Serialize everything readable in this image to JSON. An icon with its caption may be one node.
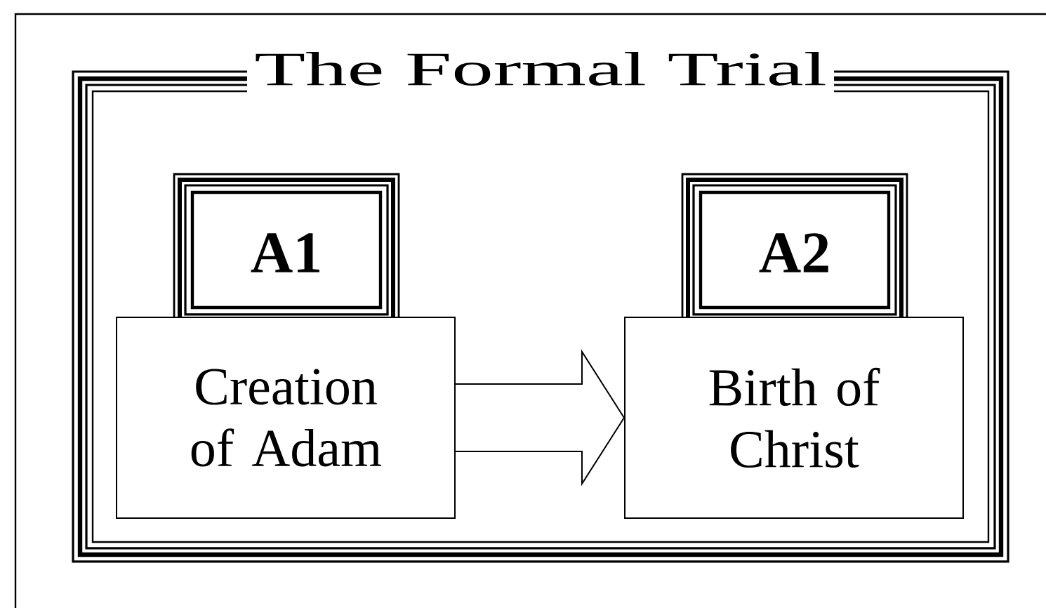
{
  "diagram": {
    "nodes": [
      {
        "text": [
          "The Formal Trial"
        ]
      },
      {
        "text": [
          "A1"
        ],
        "in": 0
      },
      {
        "text": [
          "Creation of Adam"
        ],
        "in": 0
      },
      {
        "text": [
          "A2"
        ],
        "in": 0
      },
      {
        "text": [
          "Birth of Christ"
        ],
        "in": 0
      }
    ],
    "edges": [
      {
        "from": 2,
        "to": 4,
        "arrow": "to"
      }
    ]
  }
}
